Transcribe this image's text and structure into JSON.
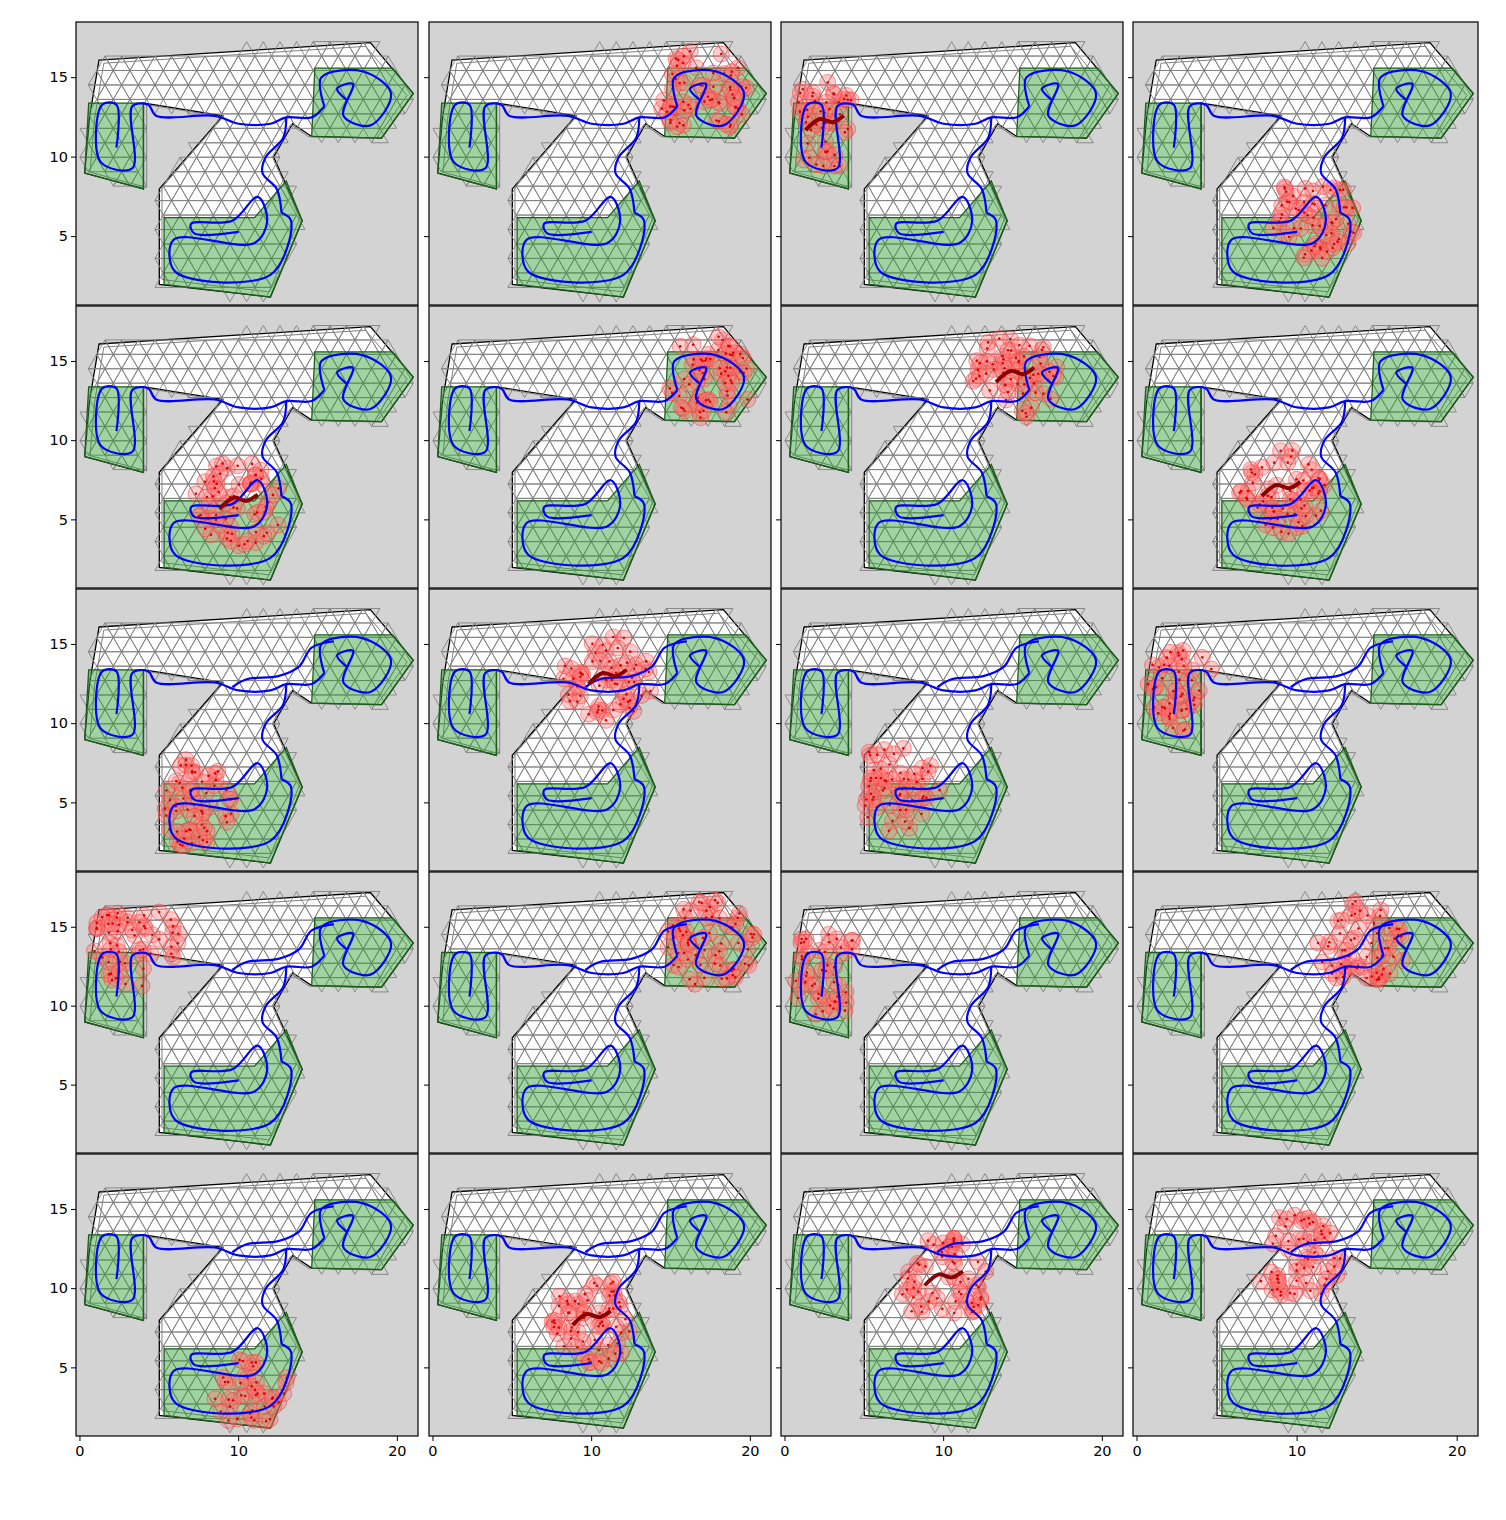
{
  "diagram": {
    "labels": [
      "15",
      "10",
      "5",
      "15",
      "10",
      "5",
      "15",
      "10",
      "5",
      "15",
      "10",
      "5",
      "15",
      "10",
      "5",
      "0",
      "10",
      "20",
      "0",
      "10",
      "20",
      "0",
      "10",
      "20",
      "0",
      "10",
      "20"
    ]
  }
}
